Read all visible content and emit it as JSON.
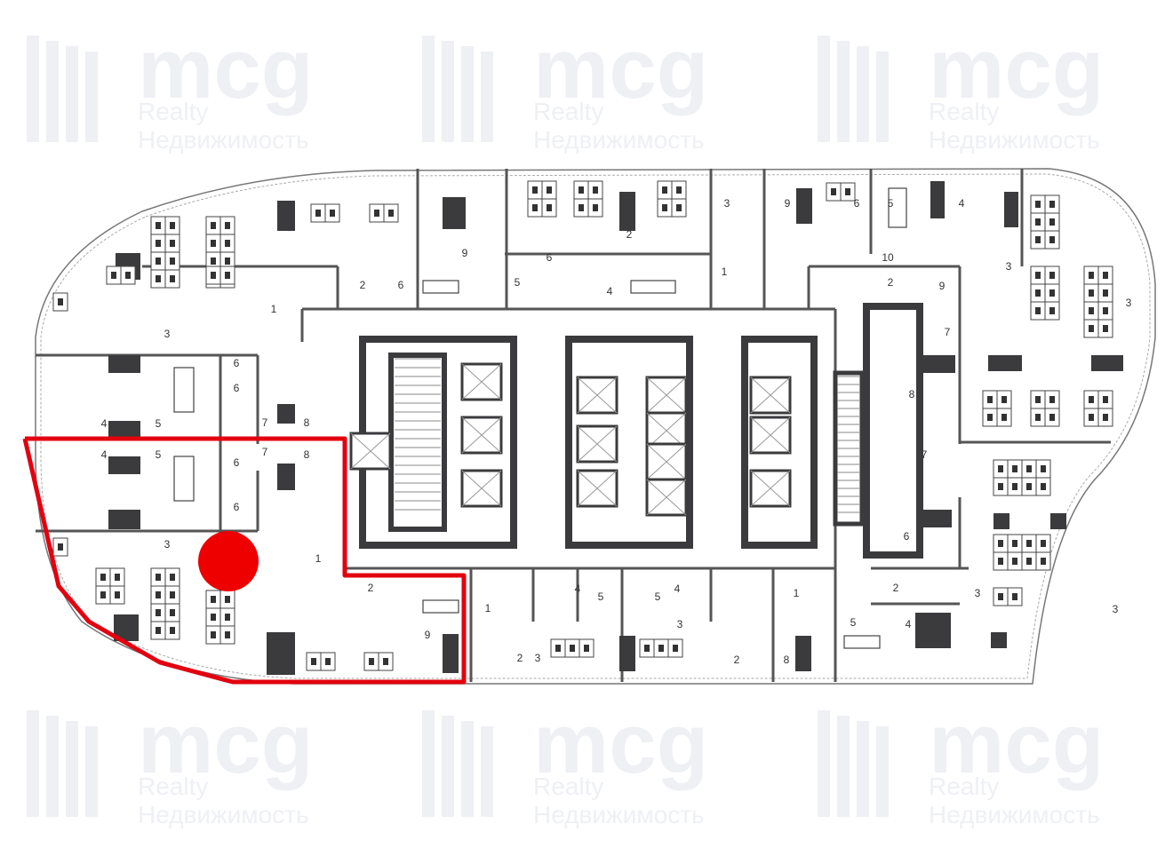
{
  "watermark": {
    "brand": "mcg",
    "line1": "Realty",
    "line2": "Недвижимость"
  },
  "room_labels": [
    "1",
    "3",
    "4",
    "5",
    "6",
    "6",
    "7",
    "8",
    "4",
    "5",
    "6",
    "6",
    "7",
    "8",
    "3",
    "1",
    "2",
    "9",
    "2",
    "6",
    "9",
    "6",
    "5",
    "4",
    "2",
    "1",
    "3",
    "9",
    "6",
    "5",
    "4",
    "10",
    "2",
    "9",
    "3",
    "7",
    "8",
    "7",
    "6",
    "1",
    "2",
    "3",
    "5",
    "4",
    "8",
    "2",
    "4",
    "5",
    "5",
    "4",
    "3",
    "2",
    "3",
    "1",
    "3",
    "3"
  ],
  "highlight": {
    "color": "#e3000f",
    "marker_color": "#ee0000"
  },
  "colors": {
    "wall": "#3b3b3d",
    "line": "#555555",
    "watermark": "#eef0f4"
  }
}
